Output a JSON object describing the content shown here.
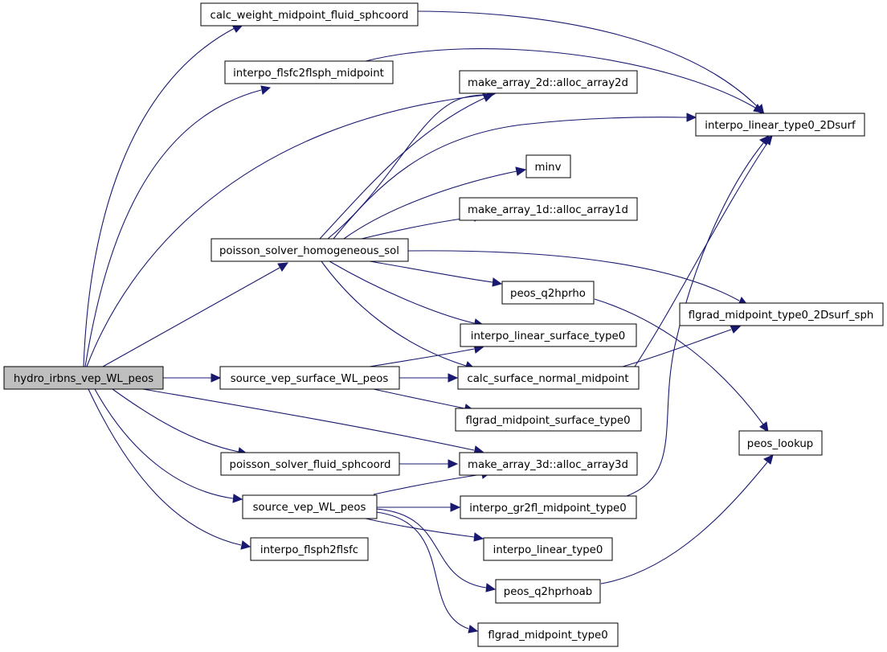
{
  "diagram": {
    "type": "call-graph",
    "edge_color": "#191970",
    "root_fill": "#bfbfbf",
    "nodes": {
      "hydro": "hydro_irbns_vep_WL_peos",
      "calc_weight": "calc_weight_midpoint_fluid_sphcoord",
      "interpo_flsfc2flsph": "interpo_flsfc2flsph_midpoint",
      "alloc2d": "make_array_2d::alloc_array2d",
      "interpo_linear_2Dsurf": "interpo_linear_type0_2Dsurf",
      "minv": "minv",
      "alloc1d": "make_array_1d::alloc_array1d",
      "poisson_homog": "poisson_solver_homogeneous_sol",
      "peos_q2hprho": "peos_q2hprho",
      "flgrad_2Dsurf": "flgrad_midpoint_type0_2Dsurf_sph",
      "interpo_linear_surface": "interpo_linear_surface_type0",
      "source_vep_surface": "source_vep_surface_WL_peos",
      "calc_surface_normal": "calc_surface_normal_midpoint",
      "flgrad_surface": "flgrad_midpoint_surface_type0",
      "peos_lookup": "peos_lookup",
      "poisson_fluid": "poisson_solver_fluid_sphcoord",
      "alloc3d": "make_array_3d::alloc_array3d",
      "source_vep": "source_vep_WL_peos",
      "interpo_gr2fl": "interpo_gr2fl_midpoint_type0",
      "interpo_flsph2flsfc": "interpo_flsph2flsfc",
      "interpo_linear_type0": "interpo_linear_type0",
      "peos_q2hprhoab": "peos_q2hprhoab",
      "flgrad_type0": "flgrad_midpoint_type0"
    }
  }
}
